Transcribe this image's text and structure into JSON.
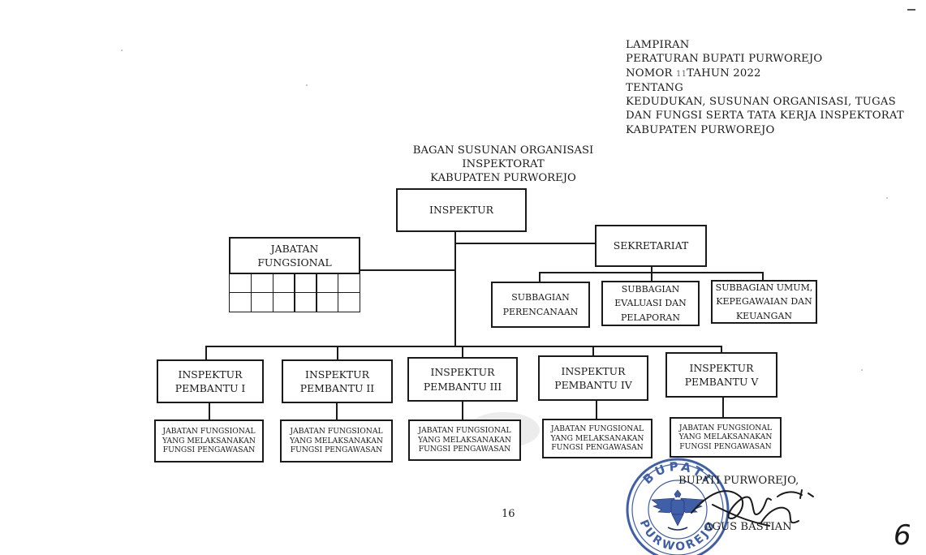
{
  "header": {
    "lines": [
      "LAMPIRAN",
      "PERATURAN BUPATI PURWOREJO",
      "NOMOR",
      "TENTANG",
      "KEDUDUKAN, SUSUNAN ORGANISASI, TUGAS",
      "DAN FUNGSI SERTA TATA KERJA INSPEKTORAT",
      "KABUPATEN PURWOREJO"
    ],
    "nomor_number": "11",
    "nomor_suffix": "TAHUN 2022"
  },
  "title": {
    "line1": "BAGAN SUSUNAN ORGANISASI",
    "line2": "INSPEKTORAT",
    "line3": "KABUPATEN PURWOREJO"
  },
  "chart": {
    "inspektur": "INSPEKTUR",
    "jabatan_fungsional": [
      "JABATAN",
      "FUNGSIONAL"
    ],
    "sekretariat": "SEKRETARIAT",
    "subbagian": [
      [
        "SUBBAGIAN",
        "PERENCANAAN"
      ],
      [
        "SUBBAGIAN",
        "EVALUASI DAN",
        "PELAPORAN"
      ],
      [
        "SUBBAGIAN UMUM,",
        "KEPEGAWAIAN DAN",
        "KEUANGAN"
      ]
    ],
    "inspektur_pembantu": [
      [
        "INSPEKTUR",
        "PEMBANTU I"
      ],
      [
        "INSPEKTUR",
        "PEMBANTU II"
      ],
      [
        "INSPEKTUR",
        "PEMBANTU III"
      ],
      [
        "INSPEKTUR",
        "PEMBANTU IV"
      ],
      [
        "INSPEKTUR",
        "PEMBANTU V"
      ]
    ],
    "jabatan_pengawasan": [
      "JABATAN FUNGSIONAL",
      "YANG MELAKSANAKAN",
      "FUNGSI PENGAWASAN"
    ]
  },
  "signature": {
    "title": "BUPATI PURWOREJO,",
    "name": "AGUS BASTIAN",
    "seal_text_top": "BUPATI",
    "seal_text_bottom": "PURWOREJO"
  },
  "footer": {
    "page_number": "16",
    "corner_number": "6"
  },
  "colors": {
    "ink": "#1a1a1a",
    "stamp_blue": "#3f5fa8"
  },
  "icons": {
    "seal_emblem": "garuda-emblem-icon"
  }
}
